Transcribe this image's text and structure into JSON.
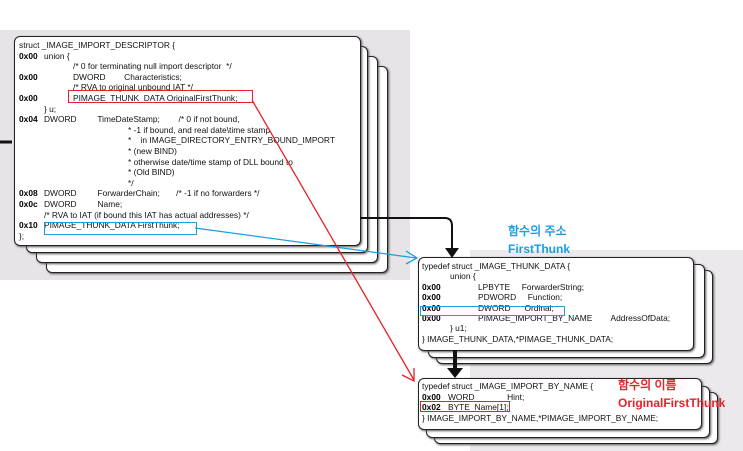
{
  "descriptor": {
    "title": "struct _IMAGE_IMPORT_DESCRIPTOR {",
    "lines": [
      [
        "0x00",
        "union {"
      ],
      [
        "",
        "/* 0 for terminating null import descriptor  */"
      ],
      [
        "0x00",
        "DWORD        Characteristics;"
      ],
      [
        "",
        "/* RVA to original unbound IAT */"
      ],
      [
        "0x00",
        "PIMAGE_THUNK_DATA OriginalFirstThunk;"
      ],
      [
        "",
        "} u;"
      ],
      [
        "0x04",
        "DWORD         TimeDateStamp;        /* 0 if not bound,"
      ],
      [
        "",
        "* -1 if bound, and real date\\time stamp"
      ],
      [
        "",
        "*    in IMAGE_DIRECTORY_ENTRY_BOUND_IMPORT"
      ],
      [
        "",
        "* (new BIND)"
      ],
      [
        "",
        "* otherwise date/time stamp of DLL bound to"
      ],
      [
        "",
        "* (Old BIND)"
      ],
      [
        "",
        "*/"
      ],
      [
        "0x08",
        "DWORD         ForwarderChain;       /* -1 if no forwarders */"
      ],
      [
        "0x0c",
        "DWORD         Name;"
      ],
      [
        "",
        "/* RVA to IAT (if bound this IAT has actual addresses) */"
      ],
      [
        "0x10",
        "PIMAGE_THUNK_DATA FirstThunk;"
      ],
      [
        "",
        "};"
      ]
    ]
  },
  "thunk": {
    "title": "typedef struct _IMAGE_THUNK_DATA {",
    "lines": [
      [
        "",
        "union {"
      ],
      [
        "0x00",
        "LPBYTE     ForwarderString;"
      ],
      [
        "0x00",
        "PDWORD     Function;"
      ],
      [
        "0x00",
        "DWORD      Ordinal;"
      ],
      [
        "0x00",
        "PIMAGE_IMPORT_BY_NAME        AddressOfData;"
      ],
      [
        "",
        "} u1;"
      ],
      [
        "",
        "} IMAGE_THUNK_DATA,*PIMAGE_THUNK_DATA;"
      ]
    ]
  },
  "byname": {
    "title": "typedef struct _IMAGE_IMPORT_BY_NAME {",
    "lines": [
      [
        "0x00",
        "WORD              Hint;"
      ],
      [
        "0x02",
        "BYTE  Name[1];"
      ],
      [
        "",
        "} IMAGE_IMPORT_BY_NAME,*PIMAGE_IMPORT_BY_NAME;"
      ]
    ]
  },
  "labels": {
    "first_kr": "함수의 주소",
    "first_en": "FirstThunk",
    "orig_kr": "함수의 이름",
    "orig_en": "OriginalFirstThunk"
  },
  "colors": {
    "red": "#e8202a",
    "blue": "#1aa0e0"
  }
}
